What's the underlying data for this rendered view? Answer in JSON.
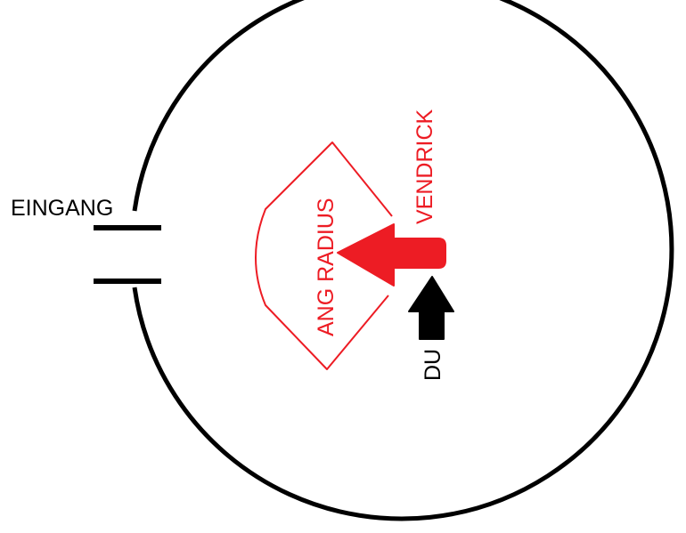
{
  "labels": {
    "entrance": "EINGANG",
    "target": "VENDRICK",
    "attack_zone": "ANG RADIUS",
    "player": "DU"
  },
  "icons": {
    "target_arrow": "arrow-left-icon",
    "player_arrow": "arrow-up-icon"
  },
  "colors": {
    "outline": "#000000",
    "highlight": "#ed1c24",
    "text_black": "#000000"
  }
}
